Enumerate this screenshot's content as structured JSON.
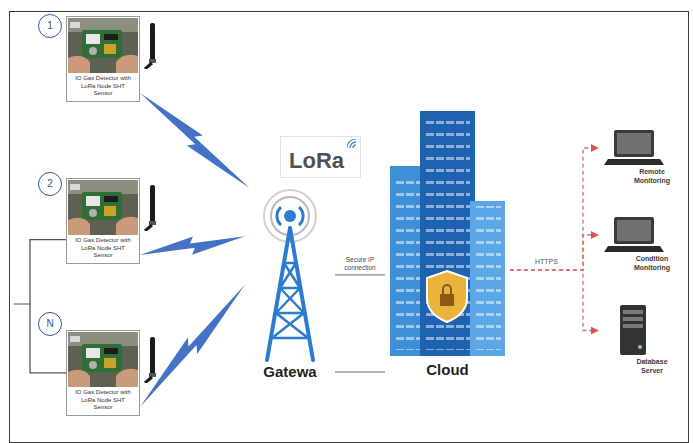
{
  "diagram": {
    "nodes": [
      {
        "text": [
          "1"
        ]
      },
      {
        "text": [
          "IO Gas Detector with LoRa Node SHT Sensor"
        ]
      },
      {
        "text": [
          "2"
        ]
      },
      {
        "text": [
          "IO Gas Detector with LoRa Node SHT Sensor"
        ]
      },
      {
        "text": [
          "N"
        ]
      },
      {
        "text": [
          "IO Gas Detector with LoRa Node SHT Sensor"
        ]
      },
      {
        "text": [
          "LoRa"
        ]
      },
      {
        "text": [
          "Gatewa"
        ]
      },
      {
        "text": [
          "Cloud"
        ]
      },
      {
        "text": [
          "Remote Monitoring"
        ]
      },
      {
        "text": [
          "Condition Monitoring"
        ]
      },
      {
        "text": [
          "Database Server"
        ]
      }
    ],
    "edges": [
      {
        "from": 1,
        "to": 7,
        "arrow": "none"
      },
      {
        "from": 3,
        "to": 7,
        "arrow": "none"
      },
      {
        "from": 5,
        "to": 7,
        "arrow": "none"
      },
      {
        "from": 7,
        "to": 8,
        "label": "Secure IP connection",
        "arrow": "none"
      },
      {
        "from": 7,
        "to": 8,
        "arrow": "none"
      },
      {
        "from": 8,
        "to": 9,
        "label": "HTTPS",
        "arrow": "to"
      },
      {
        "from": 8,
        "to": 10,
        "arrow": "to"
      },
      {
        "from": 8,
        "to": 11,
        "arrow": "to"
      },
      {
        "from": 3,
        "to": 5,
        "arrow": "none"
      }
    ]
  }
}
